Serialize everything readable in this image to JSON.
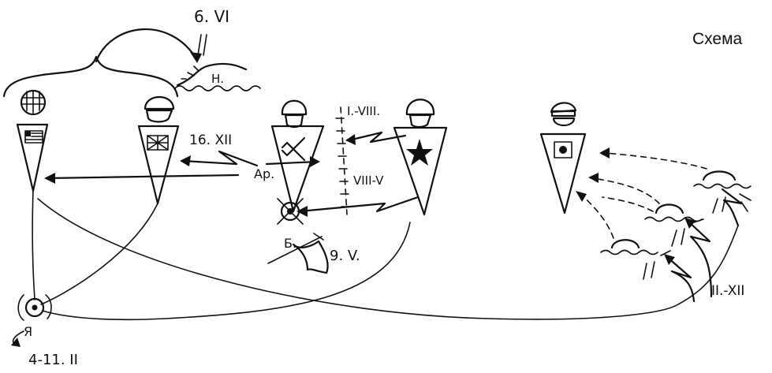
{
  "caption": "Схема",
  "labels": {
    "date_top": "6. VI",
    "normandy": "Н.",
    "date_west": "16. XII",
    "ardennes": "Ар.",
    "date_east_top": "I.-VIII.",
    "date_east_bottom": "VIII-V",
    "berlin": "Б.",
    "date_berlin": "9. V.",
    "yalta": "Я",
    "date_yalta": "4-11. II",
    "date_japan": "II.-XII"
  },
  "icons": {
    "usa": "us-flag-icon",
    "uk": "union-jack-icon",
    "germany": "swastika-icon",
    "ussr": "red-star-icon",
    "japan": "rising-sun-icon"
  },
  "colors": {
    "ink": "#111111",
    "background": "#ffffff"
  }
}
